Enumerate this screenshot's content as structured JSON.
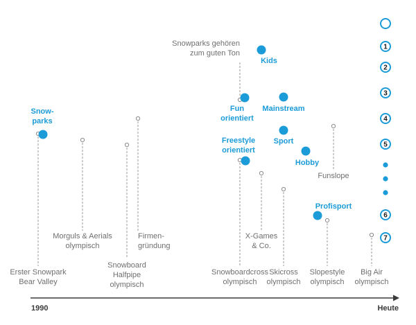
{
  "colors": {
    "accent": "#1b9bd7",
    "text_gray": "#6f6f6f",
    "axis": "#3a3a3a"
  },
  "axis": {
    "start_label": "1990",
    "end_label": "Heute"
  },
  "events": [
    {
      "id": "erster-snowpark",
      "lines": [
        "Erster Snowpark",
        "Bear Valley"
      ]
    },
    {
      "id": "morguls",
      "lines": [
        "Morguls & Aerials",
        "olympisch"
      ]
    },
    {
      "id": "snowboard-halfpipe",
      "lines": [
        "Snowboard",
        "Halfpipe",
        "olympisch"
      ]
    },
    {
      "id": "firmengruendung",
      "lines": [
        "Firmen-",
        "gründung"
      ]
    },
    {
      "id": "snowparks-ton",
      "lines": [
        "Snowparks gehören",
        "zum guten Ton"
      ]
    },
    {
      "id": "snowboardcross",
      "lines": [
        "Snowboardcross",
        "olympisch"
      ]
    },
    {
      "id": "x-games",
      "lines": [
        "X-Games",
        "& Co."
      ]
    },
    {
      "id": "skicross",
      "lines": [
        "Skicross",
        "olympisch"
      ]
    },
    {
      "id": "funslope",
      "lines": [
        "Funslope"
      ]
    },
    {
      "id": "slopestyle",
      "lines": [
        "Slopestyle",
        "olympisch"
      ]
    },
    {
      "id": "big-air",
      "lines": [
        "Big Air",
        "olympisch"
      ]
    }
  ],
  "segments": [
    {
      "id": "snowparks",
      "lines": [
        "Snow-",
        "parks"
      ]
    },
    {
      "id": "kids",
      "lines": [
        "Kids"
      ]
    },
    {
      "id": "fun",
      "lines": [
        "Fun",
        "orientiert"
      ]
    },
    {
      "id": "mainstream",
      "lines": [
        "Mainstream"
      ]
    },
    {
      "id": "sport",
      "lines": [
        "Sport"
      ]
    },
    {
      "id": "freestyle",
      "lines": [
        "Freestyle",
        "orientiert"
      ]
    },
    {
      "id": "hobby",
      "lines": [
        "Hobby"
      ]
    },
    {
      "id": "profisport",
      "lines": [
        "Profisport"
      ]
    }
  ],
  "scale": {
    "items": [
      {
        "id": "scale-empty",
        "label": ""
      },
      {
        "id": "scale-1",
        "label": "1"
      },
      {
        "id": "scale-2",
        "label": "2"
      },
      {
        "id": "scale-3",
        "label": "3"
      },
      {
        "id": "scale-4",
        "label": "4"
      },
      {
        "id": "scale-5",
        "label": "5"
      },
      {
        "id": "scale-dot-a",
        "label": ""
      },
      {
        "id": "scale-dot-b",
        "label": ""
      },
      {
        "id": "scale-dot-c",
        "label": ""
      },
      {
        "id": "scale-6",
        "label": "6"
      },
      {
        "id": "scale-7",
        "label": "7"
      }
    ]
  }
}
